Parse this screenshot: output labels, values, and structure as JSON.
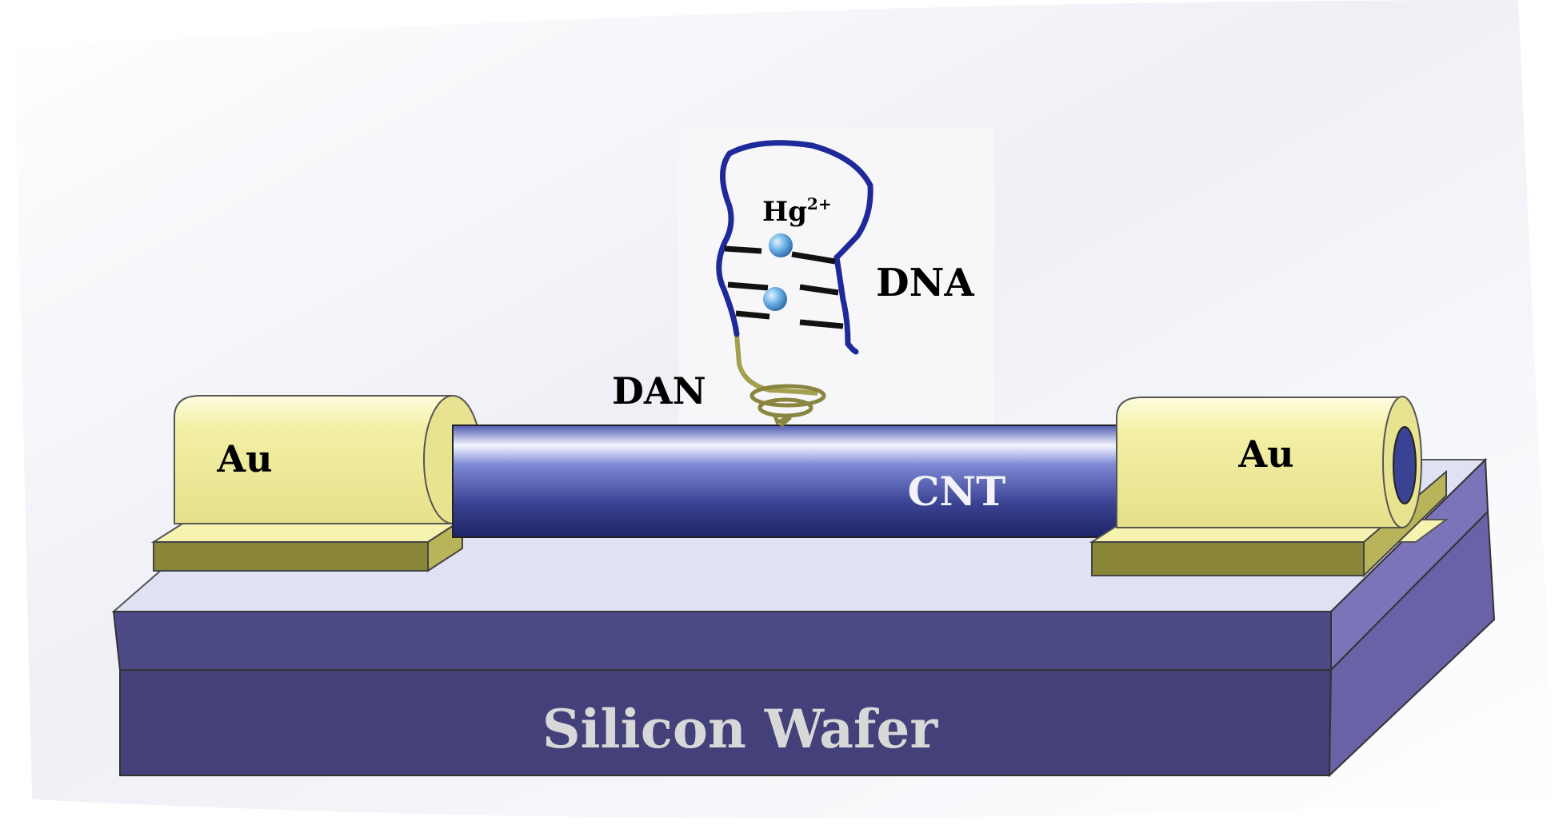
{
  "labels": {
    "hg": "Hg",
    "hg_charge": "2+",
    "dna": "DNA",
    "dan": "DAN",
    "au_left": "Au",
    "au_right": "Au",
    "cnt": "CNT",
    "wafer": "Silicon Wafer"
  },
  "colors": {
    "wafer_front": "#43407a",
    "wafer_layer": "#4d4a88",
    "wafer_top": "#e1e1f4",
    "wafer_side": "#6a62a6",
    "gold": "#f3f0a6",
    "gold_dark": "#8a8638",
    "cnt_blue": "#3a4393",
    "dna_strand": "#1f2a9a",
    "ion": "#5aa0d8"
  }
}
